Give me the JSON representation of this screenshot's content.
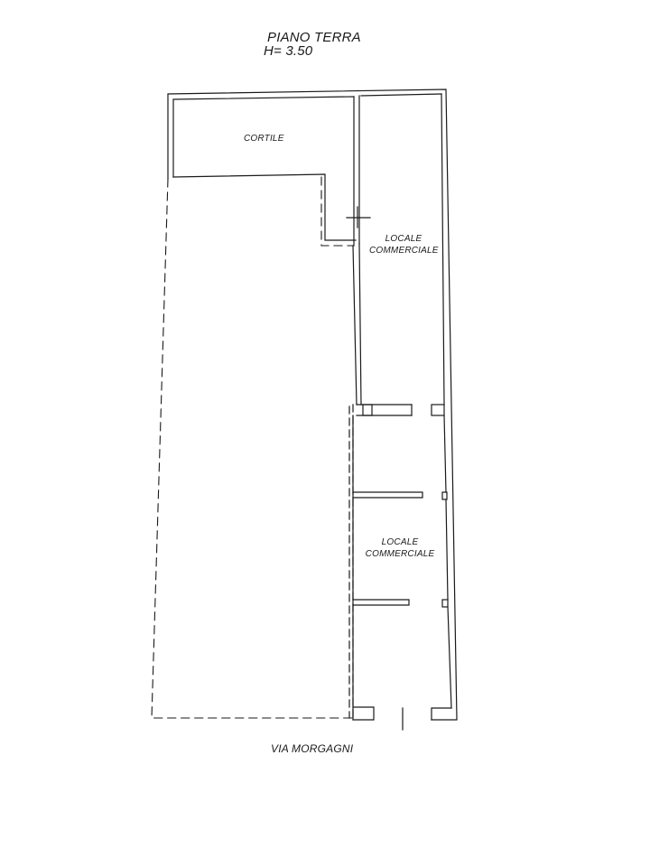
{
  "header": {
    "title": "PIANO TERRA",
    "height": "H= 3.50"
  },
  "rooms": {
    "courtyard": "CORTILE",
    "shop_upper": {
      "line1": "LOCALE",
      "line2": "COMMERCIALE"
    },
    "shop_lower": {
      "line1": "LOCALE",
      "line2": "COMMERCIALE"
    }
  },
  "street": "VIA MORGAGNI",
  "colors": {
    "ink": "#1a1a1a",
    "paper": "#ffffff"
  }
}
